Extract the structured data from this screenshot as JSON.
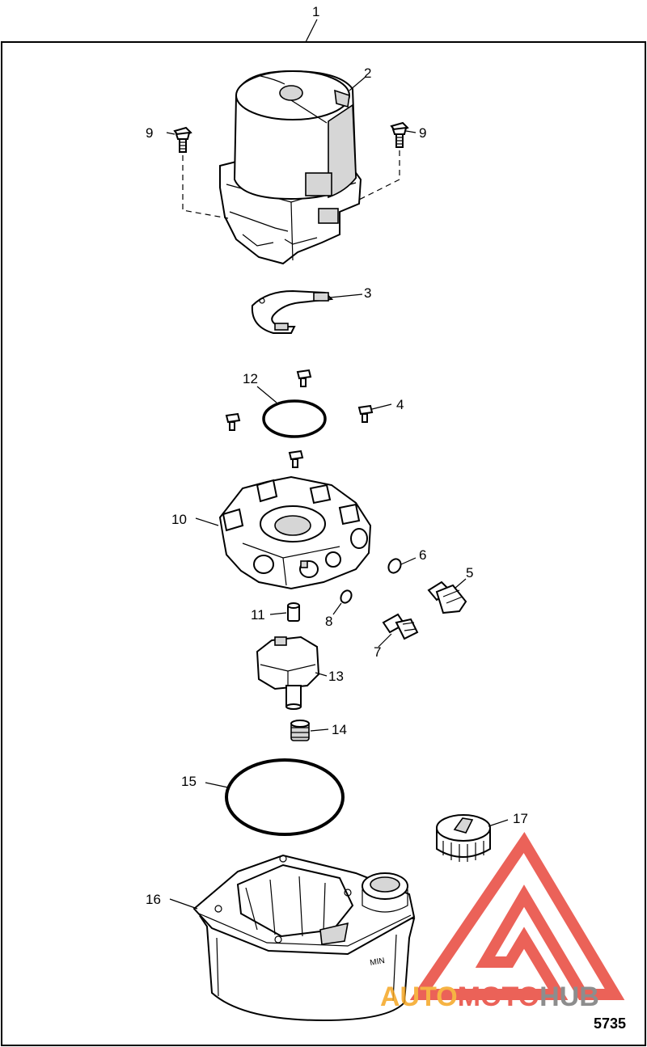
{
  "callouts": [
    {
      "id": "c1",
      "text": "1"
    },
    {
      "id": "c2",
      "text": "2"
    },
    {
      "id": "c3",
      "text": "3"
    },
    {
      "id": "c4",
      "text": "4"
    },
    {
      "id": "c5",
      "text": "5"
    },
    {
      "id": "c6",
      "text": "6"
    },
    {
      "id": "c7",
      "text": "7"
    },
    {
      "id": "c8",
      "text": "8"
    },
    {
      "id": "c9a",
      "text": "9"
    },
    {
      "id": "c9b",
      "text": "9"
    },
    {
      "id": "c10",
      "text": "10"
    },
    {
      "id": "c11",
      "text": "11"
    },
    {
      "id": "c12",
      "text": "12"
    },
    {
      "id": "c13",
      "text": "13"
    },
    {
      "id": "c14",
      "text": "14"
    },
    {
      "id": "c15",
      "text": "15"
    },
    {
      "id": "c16",
      "text": "16"
    },
    {
      "id": "c17",
      "text": "17"
    }
  ],
  "figure_number": "5735",
  "reservoir_marking": "MIN",
  "watermark": {
    "part1": "AUTO",
    "part2": "MOTO",
    "part3": "HUB",
    "color_orange": "#f5a623",
    "color_red": "#e8473c",
    "color_gray": "#7a7a7a"
  }
}
